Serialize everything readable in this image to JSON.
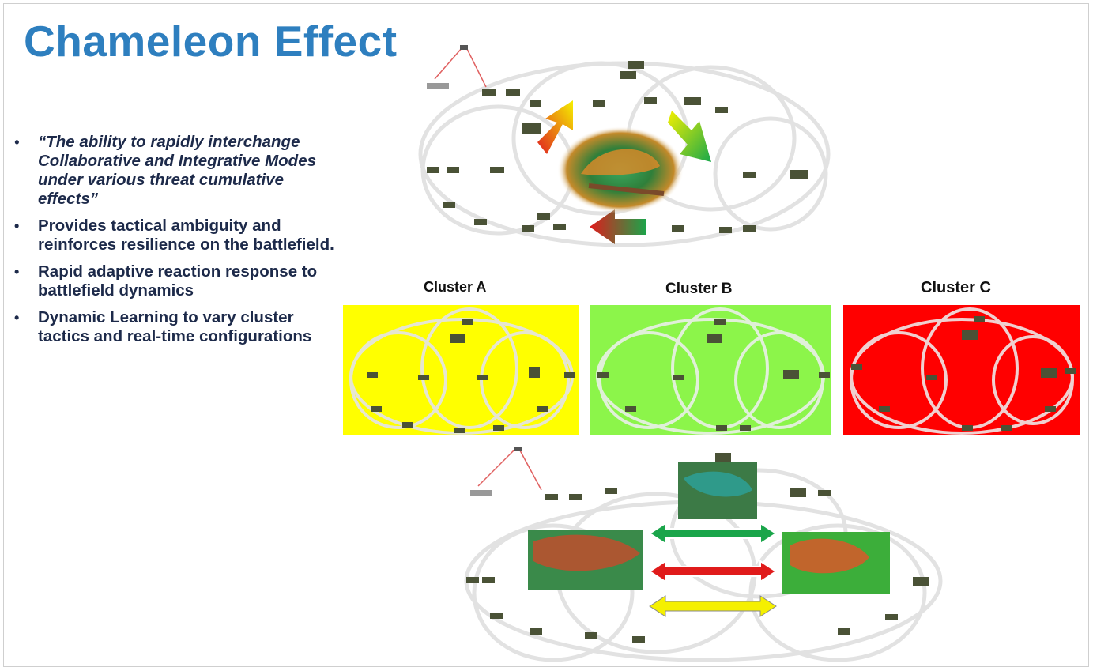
{
  "title": "Chameleon Effect",
  "bullets": [
    {
      "text": "“The ability to rapidly interchange Collaborative and Integrative Modes under various threat cumulative effects”"
    },
    {
      "text": "Provides tactical ambiguity and reinforces resilience on the battlefield."
    },
    {
      "text": "Rapid adaptive reaction response to battlefield dynamics"
    },
    {
      "text": "Dynamic Learning to vary cluster tactics and real-time configurations"
    }
  ],
  "clusters": [
    {
      "label": "Cluster A",
      "color": "#ffff00"
    },
    {
      "label": "Cluster B",
      "color": "#8cf54a"
    },
    {
      "label": "Cluster C",
      "color": "#ff0000"
    }
  ],
  "colors": {
    "title": "#2e7fbf",
    "text": "#1d2a4a",
    "arrow_green": "#1aa54a",
    "arrow_red": "#e01b1b",
    "arrow_yellow": "#f5f000"
  },
  "icons": [
    "vehicle-icon",
    "satellite-icon",
    "ship-icon",
    "chameleon-image"
  ]
}
